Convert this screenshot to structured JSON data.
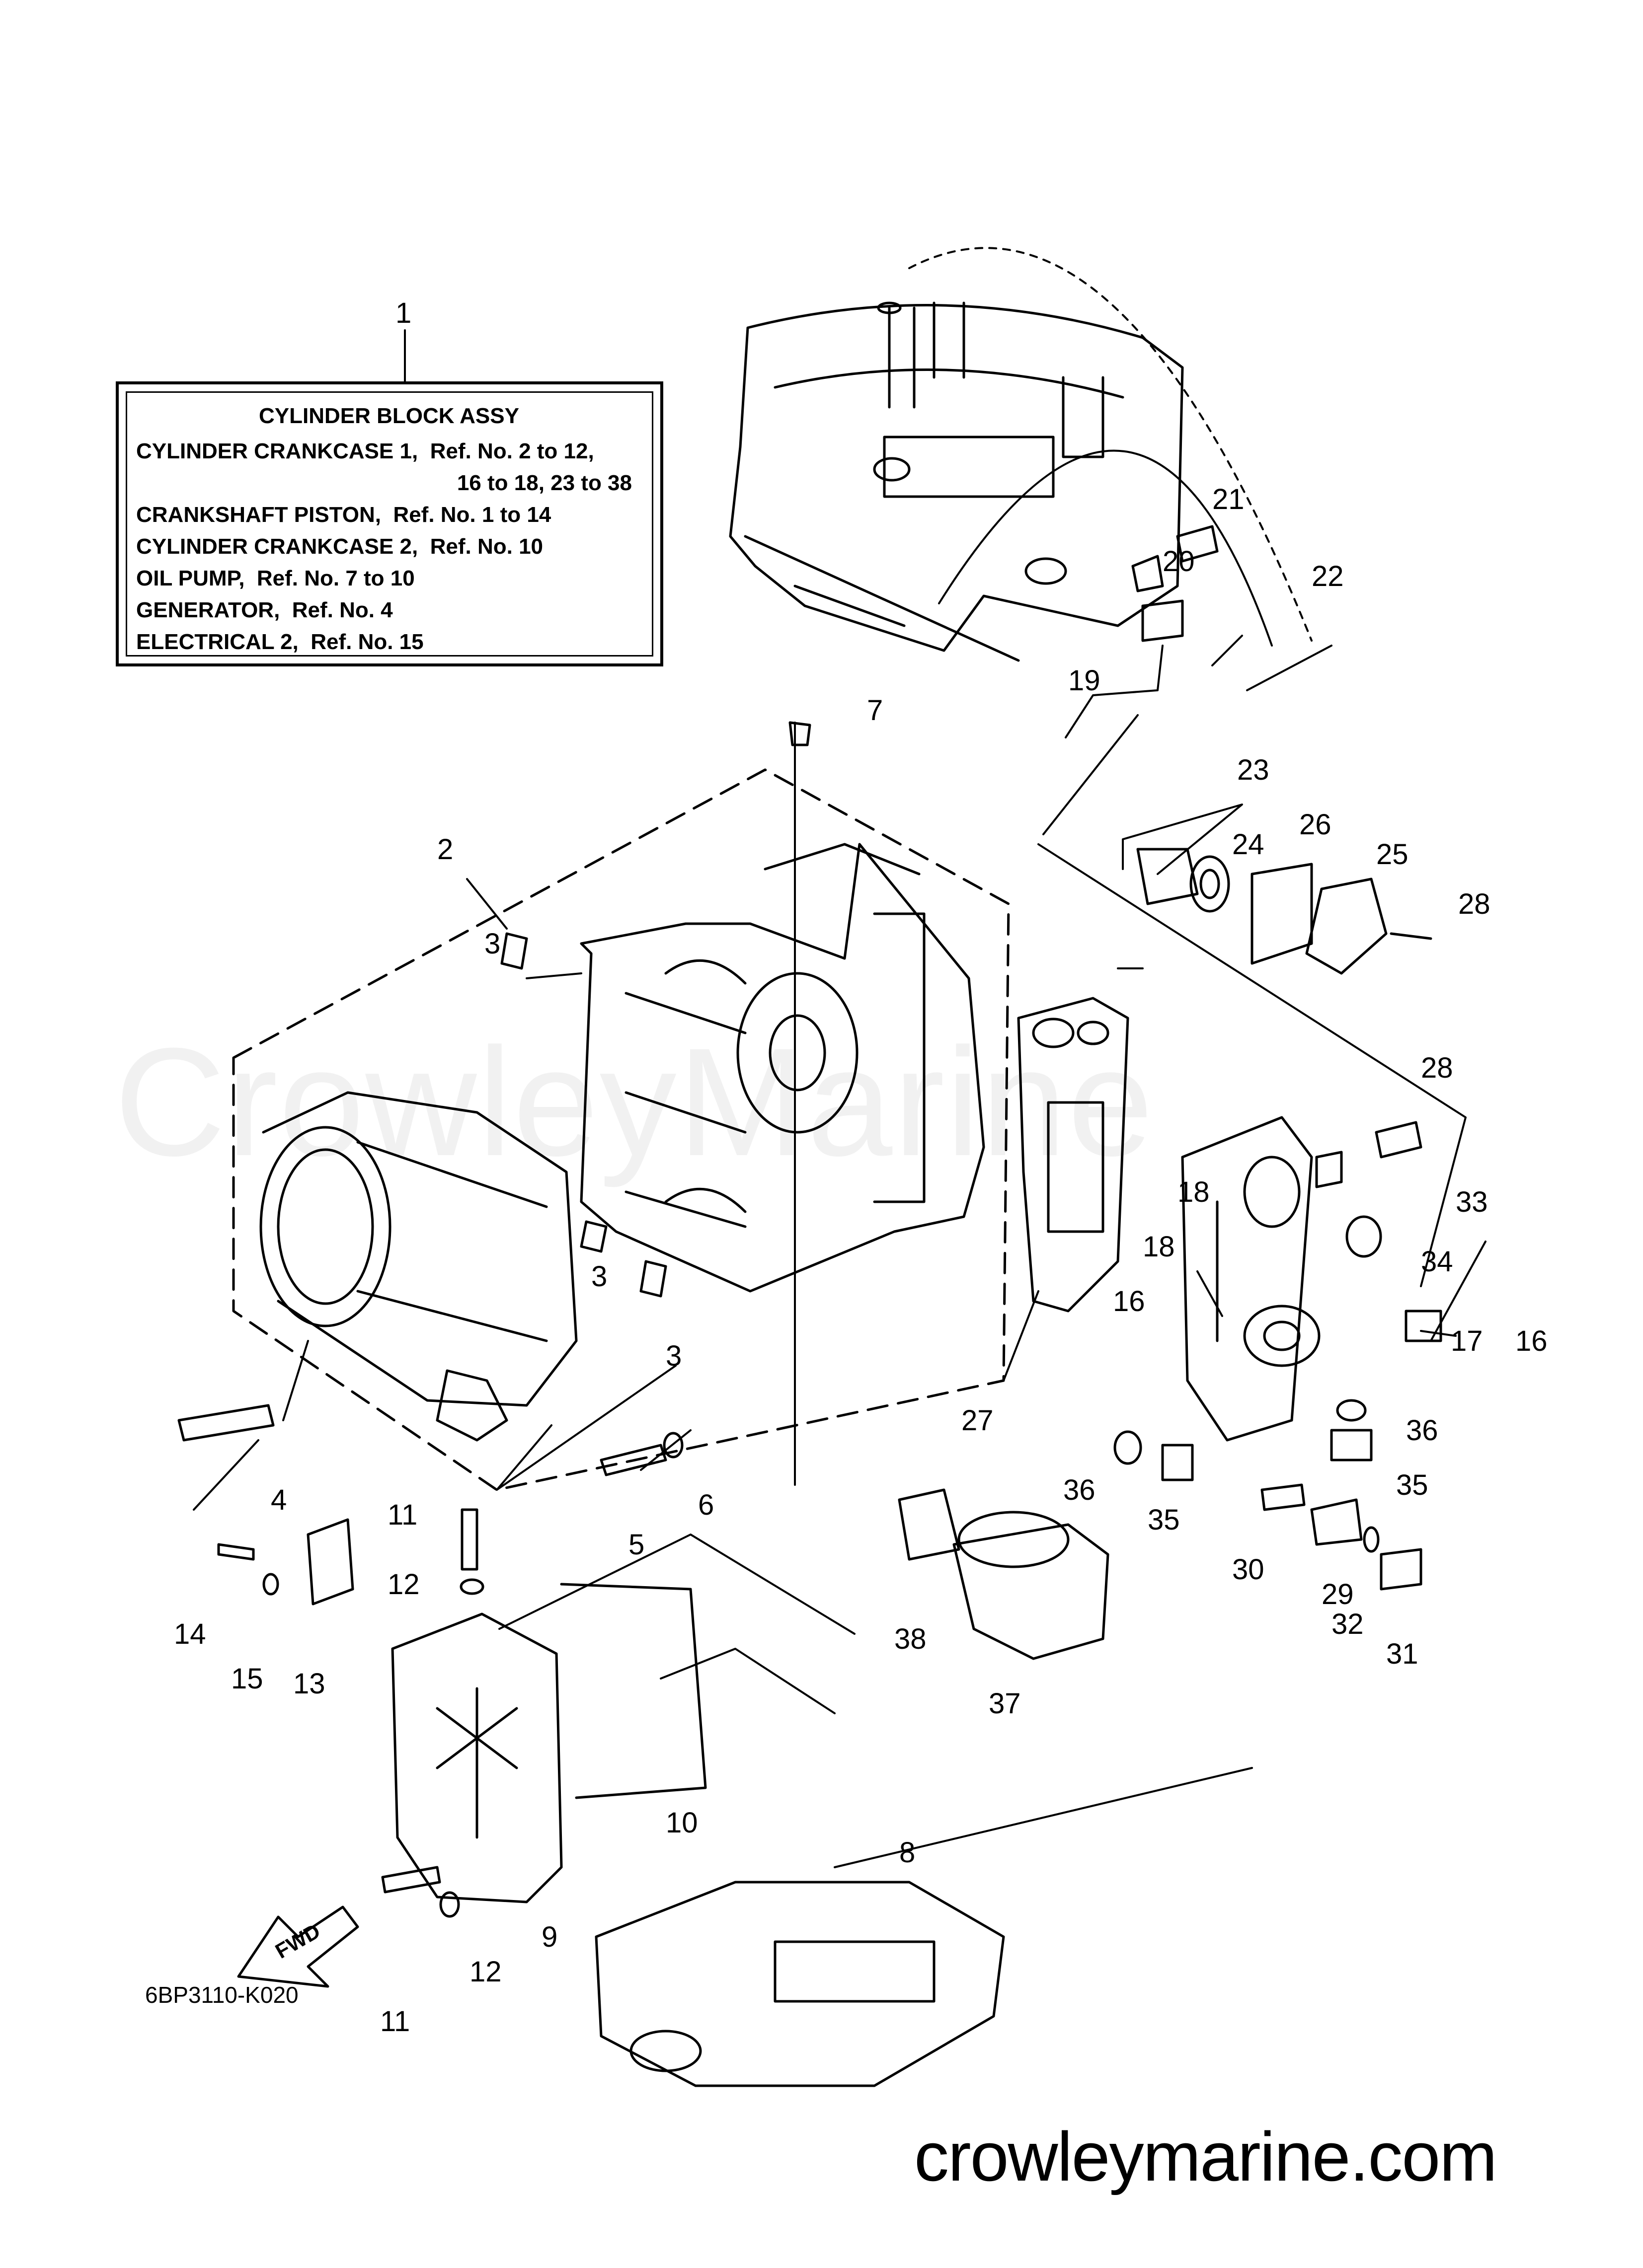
{
  "legend": {
    "title": "CYLINDER BLOCK ASSY",
    "lines": [
      "CYLINDER CRANKCASE 1,  Ref. No. 2 to 12,",
      "16 to 18, 23 to 38",
      "CRANKSHAFT PISTON,  Ref. No. 1 to 14",
      "CYLINDER CRANKCASE 2,  Ref. No. 10",
      "OIL PUMP,  Ref. No. 7 to 10",
      "GENERATOR,  Ref. No. 4",
      "ELECTRICAL 2,  Ref. No. 15"
    ]
  },
  "callouts": {
    "c1": "1",
    "c2": "2",
    "c3a": "3",
    "c3b": "3",
    "c3c": "3",
    "c4": "4",
    "c5": "5",
    "c6": "6",
    "c7": "7",
    "c8": "8",
    "c9": "9",
    "c10": "10",
    "c11a": "11",
    "c11b": "11",
    "c12a": "12",
    "c12b": "12",
    "c13": "13",
    "c14": "14",
    "c15": "15",
    "c16a": "16",
    "c16b": "16",
    "c17": "17",
    "c18a": "18",
    "c18b": "18",
    "c19": "19",
    "c20": "20",
    "c21": "21",
    "c22": "22",
    "c23": "23",
    "c24": "24",
    "c25": "25",
    "c26": "26",
    "c27": "27",
    "c28a": "28",
    "c28b": "28",
    "c29": "29",
    "c30": "30",
    "c31": "31",
    "c32": "32",
    "c33": "33",
    "c34": "34",
    "c35a": "35",
    "c35b": "35",
    "c36a": "36",
    "c36b": "36",
    "c37": "37",
    "c38": "38"
  },
  "fwd_label": "FWD",
  "diagram_code": "6BP3110-K020",
  "website": "crowleymarine.com",
  "watermark": "CrowleyMarine"
}
